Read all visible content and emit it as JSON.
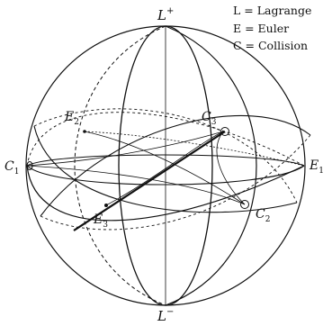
{
  "legend": {
    "lagrange": "L = Lagrange",
    "euler": "E = Euler",
    "collision": "C = Collision"
  },
  "labels": {
    "l_plus": "L",
    "l_plus_sup": "+",
    "l_minus": "L",
    "l_minus_sup": "−",
    "e1": "E",
    "e1_sub": "1",
    "e2": "E",
    "e2_sub": "2",
    "e3": "E",
    "e3_sub": "3",
    "c1": "C",
    "c1_sub": "1",
    "c2": "C",
    "c2_sub": "2",
    "c3": "C",
    "c3_sub": "3"
  }
}
